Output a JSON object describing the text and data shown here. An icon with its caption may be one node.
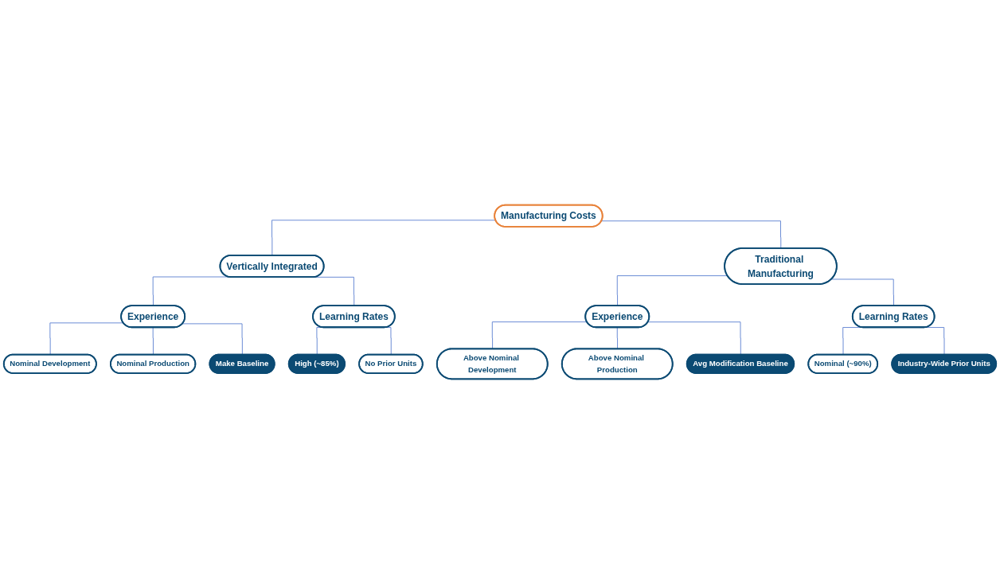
{
  "diagram": {
    "nodes": [
      {
        "text": [
          "Manufacturing Costs"
        ]
      },
      {
        "text": [
          "Vertically Integrated"
        ]
      },
      {
        "text": [
          "Traditional Manufacturing"
        ]
      },
      {
        "text": [
          "Experience"
        ]
      },
      {
        "text": [
          "Learning Rates"
        ]
      },
      {
        "text": [
          "Nominal Development"
        ]
      },
      {
        "text": [
          "Nominal Production"
        ]
      },
      {
        "text": [
          "Make Baseline"
        ]
      },
      {
        "text": [
          "High (~85%)"
        ]
      },
      {
        "text": [
          "No Prior Units"
        ]
      },
      {
        "text": [
          "Experience"
        ]
      },
      {
        "text": [
          "Learning Rates"
        ]
      },
      {
        "text": [
          "Above Nominal Development"
        ]
      },
      {
        "text": [
          "Above Nominal Production"
        ]
      },
      {
        "text": [
          "Avg Modification Baseline"
        ]
      },
      {
        "text": [
          "Nominal (~90%)"
        ]
      },
      {
        "text": [
          "Industry-Wide Prior Units"
        ]
      }
    ],
    "edges": [
      {
        "from": 0,
        "to": 1,
        "arrow": "none"
      },
      {
        "from": 0,
        "to": 2,
        "arrow": "none"
      },
      {
        "from": 1,
        "to": 3,
        "arrow": "none"
      },
      {
        "from": 1,
        "to": 4,
        "arrow": "none"
      },
      {
        "from": 3,
        "to": 5,
        "arrow": "none"
      },
      {
        "from": 3,
        "to": 6,
        "arrow": "none"
      },
      {
        "from": 3,
        "to": 7,
        "arrow": "none"
      },
      {
        "from": 4,
        "to": 8,
        "arrow": "none"
      },
      {
        "from": 4,
        "to": 9,
        "arrow": "none"
      },
      {
        "from": 2,
        "to": 10,
        "arrow": "none"
      },
      {
        "from": 2,
        "to": 11,
        "arrow": "none"
      },
      {
        "from": 10,
        "to": 12,
        "arrow": "none"
      },
      {
        "from": 10,
        "to": 13,
        "arrow": "none"
      },
      {
        "from": 10,
        "to": 14,
        "arrow": "none"
      },
      {
        "from": 11,
        "to": 15,
        "arrow": "none"
      },
      {
        "from": 11,
        "to": 16,
        "arrow": "none"
      }
    ]
  }
}
